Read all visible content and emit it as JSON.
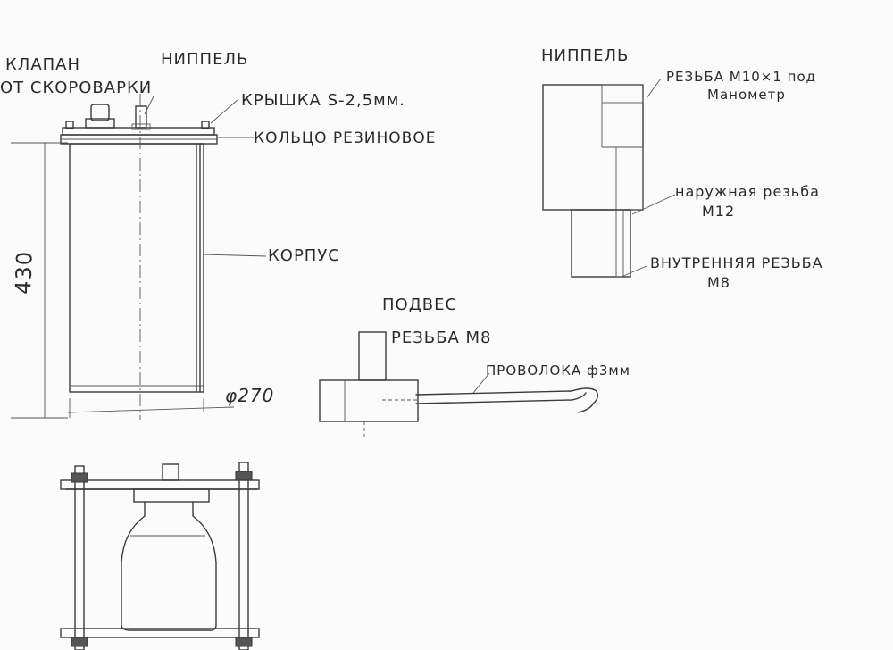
{
  "left_drawing": {
    "valve_label_1": "КЛАПАН",
    "valve_label_2": "ОТ СКОРОВАРКИ",
    "nipple_label": "НИППЕЛЬ",
    "lid_label": "КРЫШКА S-2,5мм.",
    "ring_label": "КОЛЬЦО РЕЗИНОВОЕ",
    "body_label": "КОРПУС",
    "height_dim": "430",
    "diameter_dim": "φ270"
  },
  "nipple_detail": {
    "title": "НИППЕЛЬ",
    "thread_gauge_1": "РЕЗЬБА M10×1 под",
    "thread_gauge_2": "Манометр",
    "outer_thread_1": "наружная резьба",
    "outer_thread_2": "M12",
    "inner_thread_1": "ВНУТРЕННЯЯ РЕЗЬБА",
    "inner_thread_2": "M8"
  },
  "hanger_detail": {
    "title": "ПОДВЕС",
    "thread_label": "РЕЗЬБА M8",
    "wire_label": "ПРОВОЛОКА ф3мм"
  },
  "colors": {
    "ink": "#3a3a3a",
    "paper": "#fbfbfb"
  }
}
